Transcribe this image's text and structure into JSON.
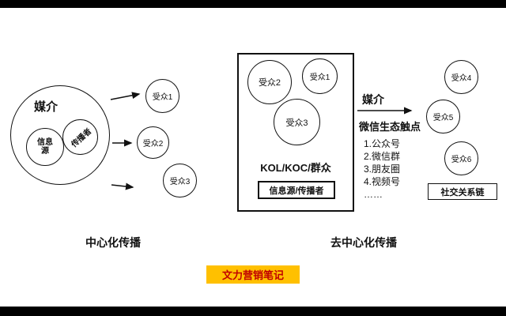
{
  "left_diagram": {
    "media": "媒介",
    "source": "信息源",
    "spreader": "传播者",
    "audiences": [
      "受众1",
      "受众2",
      "受众3"
    ],
    "caption": "中心化传播"
  },
  "center_diagram": {
    "audience_top_left": "受众2",
    "audience_top_right": "受众1",
    "audience_middle": "受众3",
    "group": "KOL/KOC/群众",
    "source_box": "信息源/传播者"
  },
  "flow": {
    "media": "媒介",
    "touchpoints_title": "微信生态触点",
    "touchpoints": [
      "1.公众号",
      "2.微信群",
      "3.朋友圈",
      "4.视频号",
      "……"
    ]
  },
  "right_diagram": {
    "audiences": [
      "受众4",
      "受众5",
      "受众6"
    ],
    "chain": "社交关系链",
    "caption": "去中心化传播"
  },
  "footer": {
    "badge": "文力营销笔记"
  },
  "colors": {
    "badge_bg": "#FFC000",
    "badge_text": "#C00000",
    "stroke": "#111111",
    "letterbox": "#000000"
  }
}
